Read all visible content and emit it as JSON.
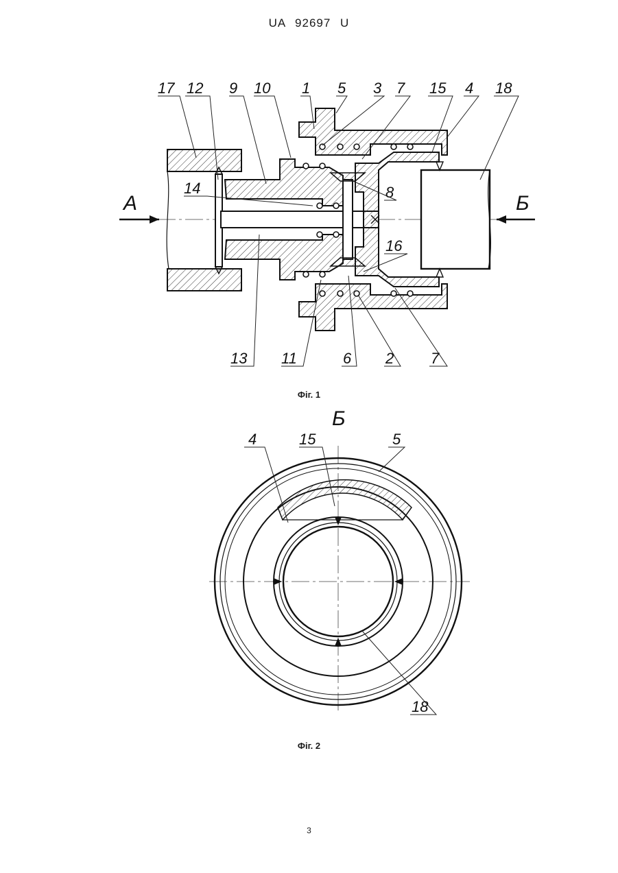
{
  "header": {
    "doc_number": "UA 92697 U"
  },
  "figure1": {
    "caption": "Фіг. 1",
    "arrow_left_label": "А",
    "arrow_right_label": "Б",
    "callouts": [
      "17",
      "12",
      "9",
      "10",
      "1",
      "5",
      "3",
      "7",
      "15",
      "4",
      "18",
      "14",
      "8",
      "16",
      "13",
      "11",
      "6",
      "2",
      "7"
    ]
  },
  "figure2": {
    "caption": "Фіг. 2",
    "view_label": "Б",
    "callouts": [
      "4",
      "15",
      "5",
      "18"
    ]
  },
  "footer": {
    "page_number": "3"
  }
}
